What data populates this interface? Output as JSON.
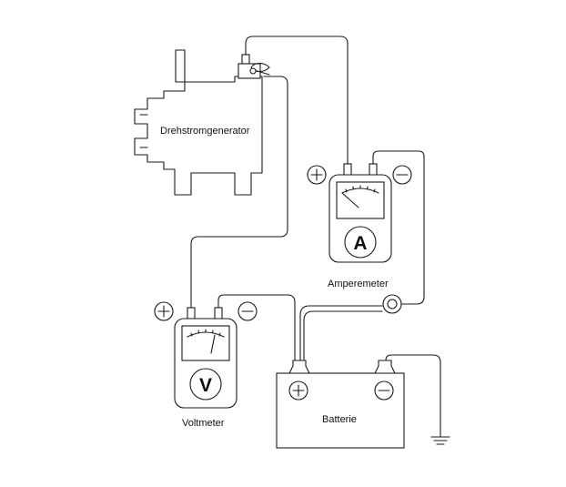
{
  "labels": {
    "generator": "Drehstromgenerator",
    "ammeter": "Amperemeter",
    "voltmeter": "Voltmeter",
    "battery": "Batterie"
  },
  "meter_letters": {
    "ammeter": "A",
    "voltmeter": "V"
  }
}
